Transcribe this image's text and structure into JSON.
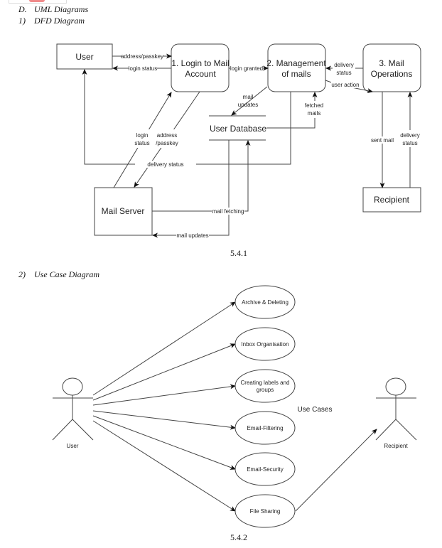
{
  "headings": {
    "section": {
      "num": "D.",
      "text": "UML Diagrams"
    },
    "dfd": {
      "num": "1)",
      "text": "DFD Diagram"
    },
    "usecase": {
      "num": "2)",
      "text": "Use Case Diagram"
    }
  },
  "dfd": {
    "nodes": {
      "user": "User",
      "login_line1": "1. Login to Mail",
      "login_line2": "Account",
      "mgmt_line1": "2. Management",
      "mgmt_line2": "of mails",
      "ops_line1": "3. Mail",
      "ops_line2": "Operations",
      "database": "User Database",
      "mail_server": "Mail Server",
      "recipient": "Recipient"
    },
    "flows": {
      "address_passkey": "address/passkey",
      "login_status": "login status",
      "login_granted": "login granted",
      "delivery_status_1": "delivery",
      "delivery_status_2": "status",
      "user_action": "user action",
      "mail_updates_1": "mail",
      "mail_updates_2": "updates",
      "fetched_mails_1": "fetched",
      "fetched_mails_2": "mails",
      "login_status_1": "login",
      "login_status_2": "status",
      "addr_pass_1": "address",
      "addr_pass_2": "/passkey",
      "delivery_status_long": "delivery status",
      "sent_mail": "sent mail",
      "rec_delivery_1": "delivery",
      "rec_delivery_2": "status",
      "mail_fetching": "mail fetching",
      "mail_updates_bottom": "mail updates"
    },
    "caption": "5.4.1"
  },
  "usecase": {
    "actors": {
      "user": "User",
      "recipient": "Recipient"
    },
    "group_label": "Use Cases",
    "cases": [
      {
        "line1": "Archive & Deleting",
        "line2": ""
      },
      {
        "line1": "Inbox Organisation",
        "line2": ""
      },
      {
        "line1": "Creating labels and",
        "line2": "groups"
      },
      {
        "line1": "Email-Filtering",
        "line2": ""
      },
      {
        "line1": "Email-Security",
        "line2": ""
      },
      {
        "line1": "File Sharing",
        "line2": ""
      }
    ],
    "caption": "5.4.2"
  }
}
